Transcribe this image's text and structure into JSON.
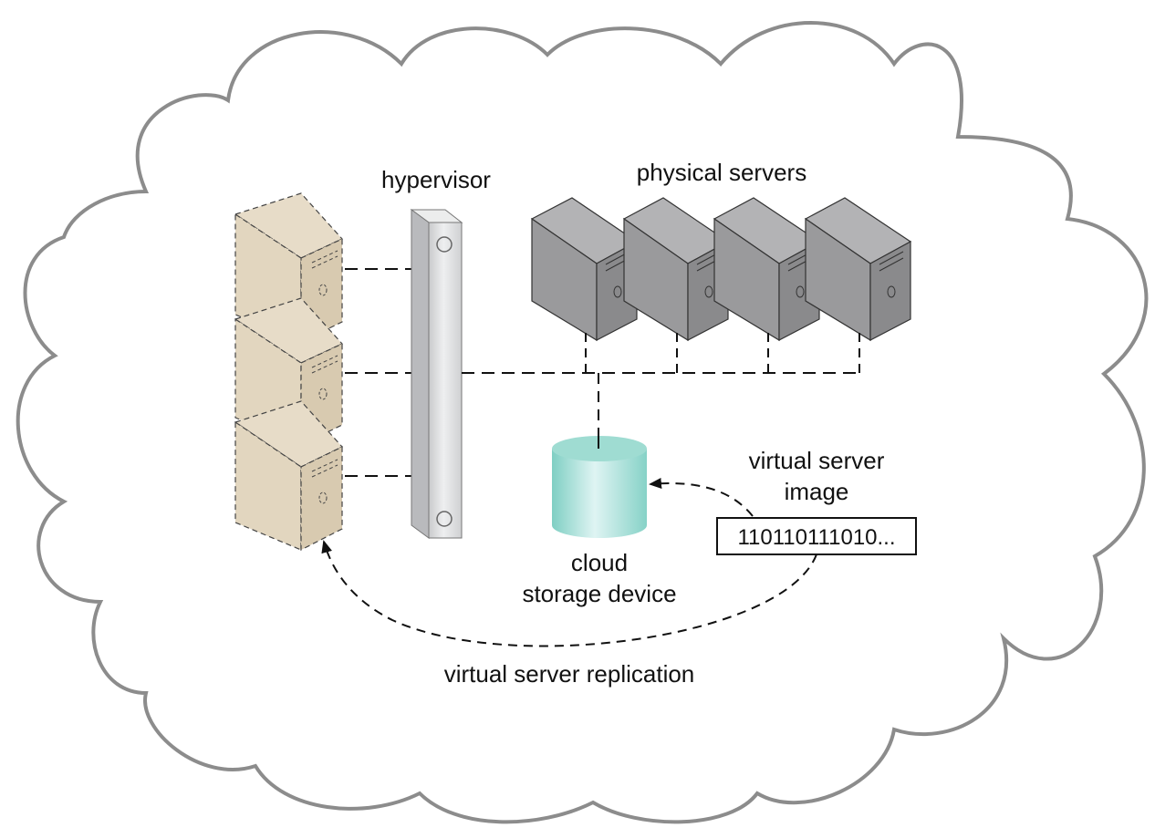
{
  "labels": {
    "hypervisor": "hypervisor",
    "physical_servers": "physical servers",
    "virtual_server_image_line1": "virtual server",
    "virtual_server_image_line2": "image",
    "binary": "110110111010...",
    "cloud_storage_line1": "cloud",
    "cloud_storage_line2": "storage device",
    "replication": "virtual server replication"
  },
  "colors": {
    "cloud_outline": "#8c8c8c",
    "virtual_server_fill": "#e2d6bf",
    "physical_server_fill": "#9a9a9c",
    "hypervisor_fill": "#d6d7d9",
    "storage_fill": "#9fdcd2",
    "line": "#111111"
  }
}
